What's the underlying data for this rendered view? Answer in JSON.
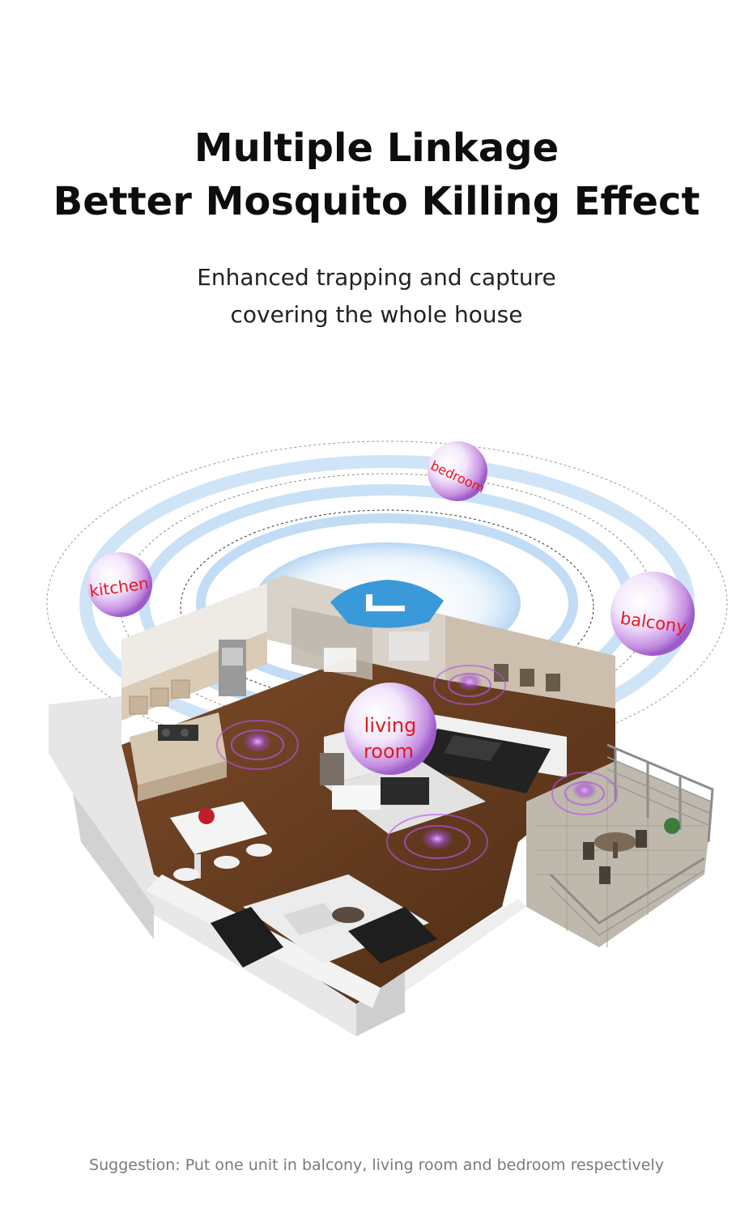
{
  "headline": {
    "line1": "Multiple Linkage",
    "line2": "Better Mosquito Killing Effect"
  },
  "subtitle": {
    "line1": "Enhanced trapping and capture",
    "line2": "covering the whole house"
  },
  "rooms": {
    "bedroom": "bedroom",
    "kitchen": "kitchen",
    "balcony": "balcony",
    "living_room_line1": "living",
    "living_room_line2": "room"
  },
  "suggestion": "Suggestion: Put one unit in balcony, living room and bedroom respectively",
  "colors": {
    "label_red": "#e4181e",
    "signal_blue": "#3a9ad9",
    "bubble_purple": "#b678d8",
    "floor_wood": "#6b3f22"
  },
  "icons": {
    "center": "wifi-hub-icon"
  }
}
